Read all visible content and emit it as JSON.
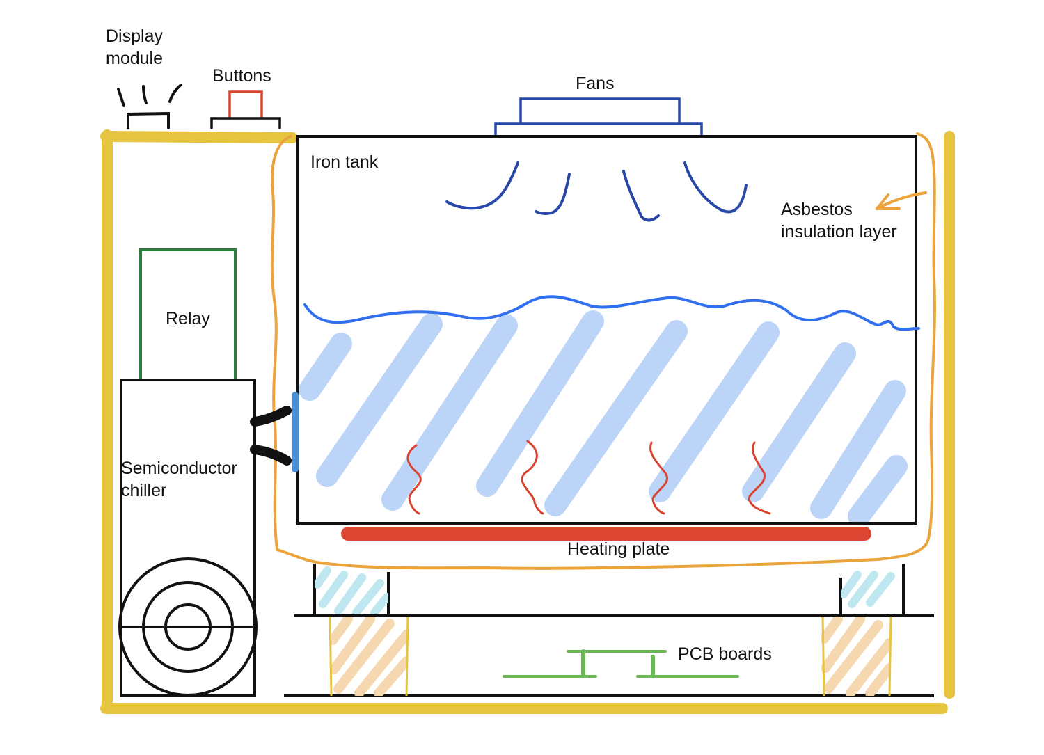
{
  "labels": {
    "display_module": "Display\nmodule",
    "buttons": "Buttons",
    "fans": "Fans",
    "iron_tank": "Iron tank",
    "asbestos": "Asbestos\ninsulation layer",
    "relay": "Relay",
    "chiller": "Semiconductor\nchiller",
    "heating_plate": "Heating plate",
    "pcb_boards": "PCB boards"
  },
  "colors": {
    "frame": "#e6c440",
    "insulation": "#eba43b",
    "outline": "#111111",
    "relay": "#2f7a3d",
    "buttons": "#d9422e",
    "fans": "#2848a8",
    "water_line": "#2f6ff0",
    "water_hatch": "#bcd4f7",
    "heat_wave": "#d9422e",
    "heating_plate": "#dc4632",
    "pcb": "#6ab853",
    "cooling_plate": "#4a8ed6",
    "hatch_cyan": "#bfe7f0",
    "hatch_orange": "#f6d8b0"
  }
}
